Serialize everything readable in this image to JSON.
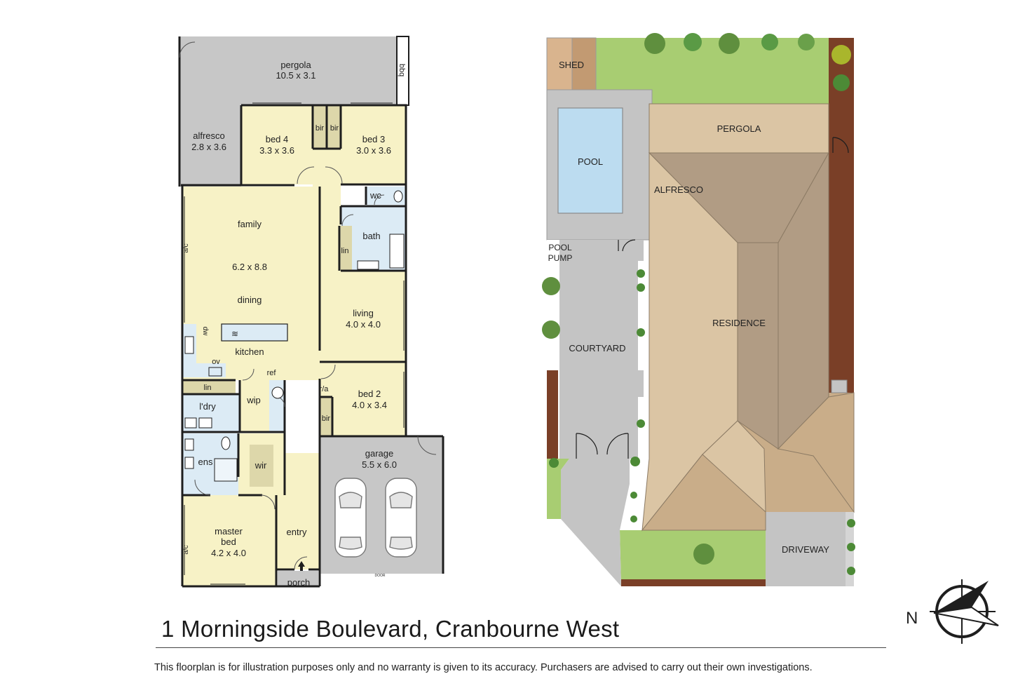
{
  "floorplan": {
    "rooms": {
      "pergola": {
        "name": "pergola",
        "dims": "10.5 x 3.1"
      },
      "bbq": "bbq",
      "alfresco": {
        "name": "alfresco",
        "dims": "2.8 x 3.6"
      },
      "bed4": {
        "name": "bed 4",
        "dims": "3.3 x 3.6"
      },
      "bed3": {
        "name": "bed 3",
        "dims": "3.0 x 3.6"
      },
      "bir": "bir",
      "wc": "wc",
      "bath": "bath",
      "lin": "lin",
      "family": {
        "name": "family",
        "dims": "6.2 x 8.8"
      },
      "dining": "dining",
      "ac": "a/c",
      "living": {
        "name": "living",
        "dims": "4.0 x 4.0"
      },
      "dw": "dw",
      "kitchen": "kitchen",
      "ov": "ov",
      "ref": "ref",
      "ra": "r/a",
      "bed2": {
        "name": "bed 2",
        "dims": "4.0 x 3.4"
      },
      "laundry": "l'dry",
      "wip": "wip",
      "garage": {
        "name": "garage",
        "dims": "5.5 x 6.0"
      },
      "ens": "ens",
      "wir": "wir",
      "master": {
        "line1": "master",
        "line2": "bed",
        "dims": "4.2 x 4.0"
      },
      "entry": "entry",
      "porch": "porch",
      "door": "DOOR"
    }
  },
  "siteplan": {
    "labels": {
      "shed": "SHED",
      "pergola": "PERGOLA",
      "pool": "POOL",
      "alfresco": "ALFRESCO",
      "pool_pump_1": "POOL",
      "pool_pump_2": "PUMP",
      "residence": "RESIDENCE",
      "courtyard": "COURTYARD",
      "driveway": "DRIVEWAY"
    }
  },
  "compass": {
    "label": "N"
  },
  "address": "1 Morningside Boulevard, Cranbourne West",
  "disclaimer": "This floorplan is for illustration purposes only and no warranty is given to its accuracy. Purchasers are advised to carry out their own investigations.",
  "colors": {
    "room": "#f7f2c6",
    "wet": "#dcebf5",
    "outdoor": "#c7c7c7",
    "wall": "#1e1e1e",
    "roof_light": "#dbc5a4",
    "roof_mid": "#c9ad89",
    "roof_dark": "#b19c84",
    "lawn": "#a8cd72",
    "garden_bed": "#7a3f27",
    "paving": "#c4c4c4",
    "pool_water": "#bcdcf0",
    "shed_light": "#d9b48e",
    "shed_dark": "#c29a72"
  }
}
